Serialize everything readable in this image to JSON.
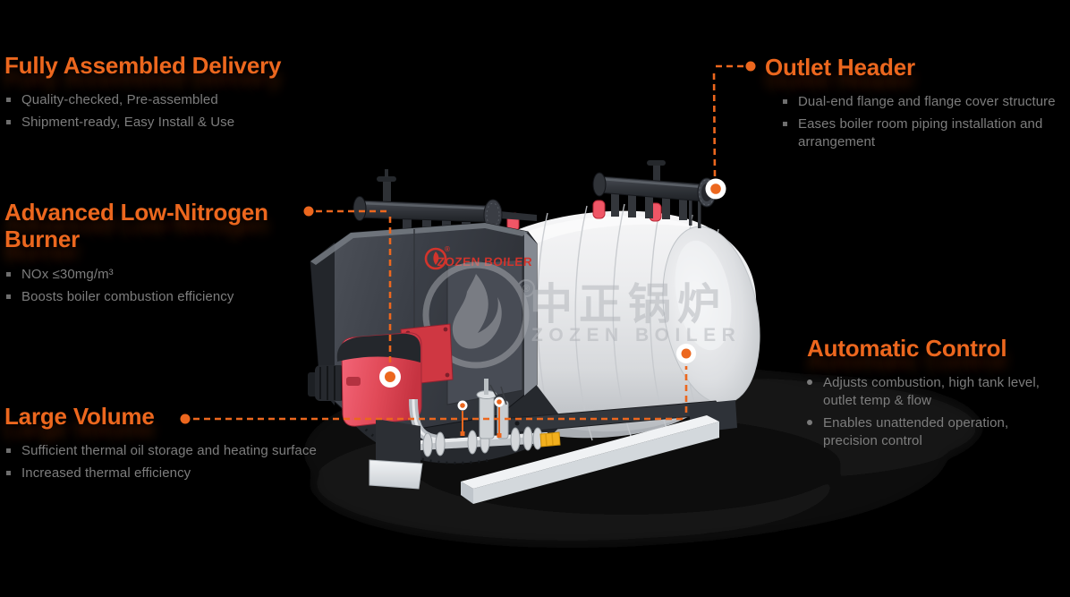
{
  "colors": {
    "accent_orange": "#EC671E",
    "text_gray": "#7d7d7d",
    "bg_black": "#000000",
    "boiler_white": "#e9eaec",
    "front_charcoal": "#3b3f47",
    "burner_red": "#d83a48",
    "logo_red": "#d2342c",
    "valve_yellow": "#f2b01e"
  },
  "callouts": {
    "fully_assembled_delivery": {
      "title": "Fully Assembled Delivery",
      "items": [
        "Quality-checked, Pre-assembled",
        "Shipment-ready, Easy Install & Use"
      ]
    },
    "advanced_low_nitrogen_burner": {
      "title": "Advanced Low-Nitrogen Burner",
      "items": [
        "NOx ≤30mg/m³",
        "Boosts boiler combustion efficiency"
      ]
    },
    "large_volume": {
      "title": "Large Volume",
      "items": [
        "Sufficient thermal oil storage and heating surface",
        "Increased thermal efficiency"
      ]
    },
    "outlet_header": {
      "title": "Outlet Header",
      "items": [
        "Dual-end flange and flange cover structure",
        "Eases boiler room piping installation and arrangement"
      ]
    },
    "automatic_control": {
      "title": "Automatic Control",
      "items": [
        "Adjusts combustion, high tank level, outlet temp & flow",
        "Enables unattended operation, precision control"
      ]
    }
  },
  "boiler": {
    "brand_label": "ZOZEN BOILER",
    "registered_mark": "®",
    "watermark_cn": "中正锅炉",
    "watermark_en": "ZOZEN BOILER"
  }
}
